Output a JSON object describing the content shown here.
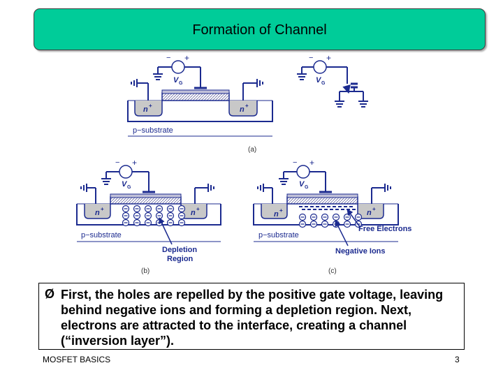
{
  "title": "Formation of Channel",
  "labels": {
    "vg": "V",
    "vg_sub": "G",
    "n_plus": "n",
    "plus": "+",
    "minus": "−",
    "p_substrate": "p−substrate",
    "panel_a": "(a)",
    "panel_b": "(b)",
    "panel_c": "(c)",
    "depletion_region_line1": "Depletion",
    "depletion_region_line2": "Region",
    "free_electrons": "Free Electrons",
    "negative_ions": "Negative Ions"
  },
  "bullet": {
    "marker": "Ø",
    "text": "First, the holes are repelled by the positive gate voltage, leaving behind negative ions and forming a depletion region.  Next, electrons are attracted to the interface, creating a channel (“inversion layer”)."
  },
  "footer": {
    "left": "MOSFET BASICS",
    "right": "3"
  }
}
